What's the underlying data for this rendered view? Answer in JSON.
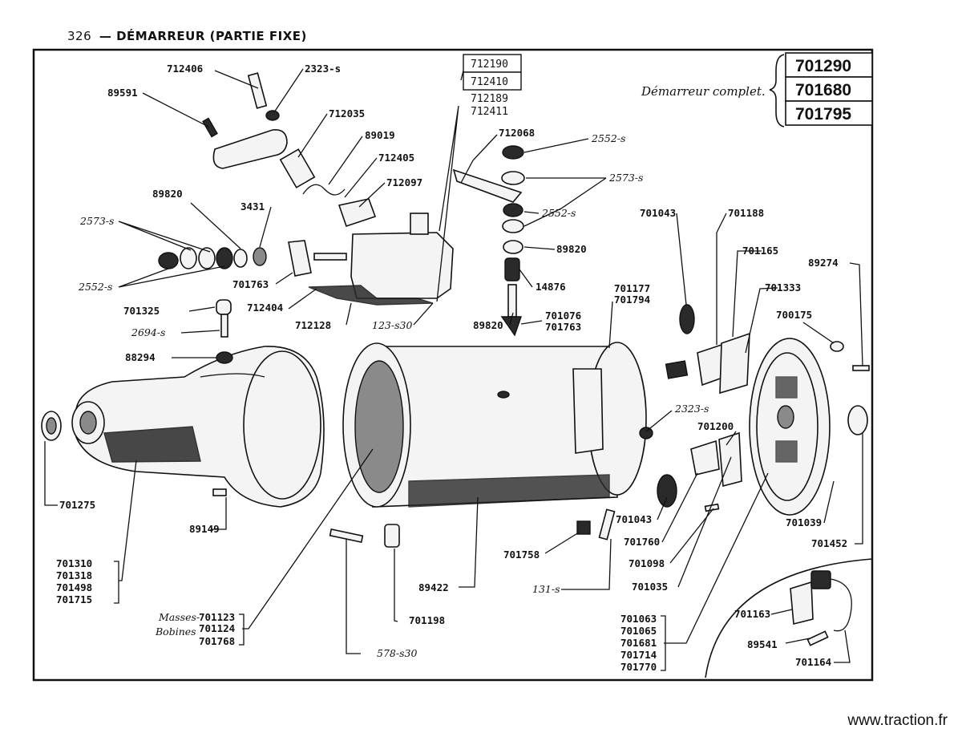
{
  "header": {
    "page_number": "326",
    "title": "— DÉMARREUR (PARTIE FIXE)"
  },
  "complete_assembly": {
    "label": "Démarreur complet.",
    "refs": [
      "701290",
      "701680",
      "701795"
    ]
  },
  "boxed_refs": [
    "712190",
    "712410"
  ],
  "labels": {
    "l712406": "712406",
    "l2323s_top": "2323-s",
    "l89591": "89591",
    "l712035": "712035",
    "l89019": "89019",
    "l712405": "712405",
    "l712097": "712097",
    "l712189": "712189",
    "l712411": "712411",
    "l712068": "712068",
    "l2552s_top": "2552-s",
    "l2573s_right": "2573-s",
    "l2552s_mid": "2552-s",
    "l89820_right": "89820",
    "l89820_left": "89820",
    "l3431": "3431",
    "l2573s_left": "2573-s",
    "l2552s_left": "2552-s",
    "l701763_left": "701763",
    "l712404": "712404",
    "l712128": "712128",
    "l123s30": "123-s30",
    "l14876": "14876",
    "l89820_mid": "89820",
    "l701076": "701076",
    "l701763_mid": "701763",
    "l701325": "701325",
    "l2694s": "2694-s",
    "l88294": "88294",
    "l701177": "701177",
    "l701794": "701794",
    "l701043_top": "701043",
    "l701188": "701188",
    "l701165": "701165",
    "l701333": "701333",
    "l89274": "89274",
    "l700175": "700175",
    "l2323s_mid": "2323-s",
    "l701200": "701200",
    "l701275": "701275",
    "l89149": "89149",
    "l701043_bot": "701043",
    "l701760": "701760",
    "l701098": "701098",
    "l701039": "701039",
    "l701452": "701452",
    "l701758": "701758",
    "l701035": "701035",
    "l131s": "131-s",
    "l89422": "89422",
    "l701198": "701198",
    "l578s30": "578-s30",
    "l701163": "701163",
    "l89541": "89541",
    "l701164": "701164"
  },
  "group_701310": [
    "701310",
    "701318",
    "701498",
    "701715"
  ],
  "group_masses": {
    "masses_label": "Masses-",
    "bobines_label": "Bobines",
    "refs": [
      "701123",
      "701124",
      "701768"
    ]
  },
  "group_701063": [
    "701063",
    "701065",
    "701681",
    "701714",
    "701770"
  ],
  "watermark": "www.traction.fr"
}
